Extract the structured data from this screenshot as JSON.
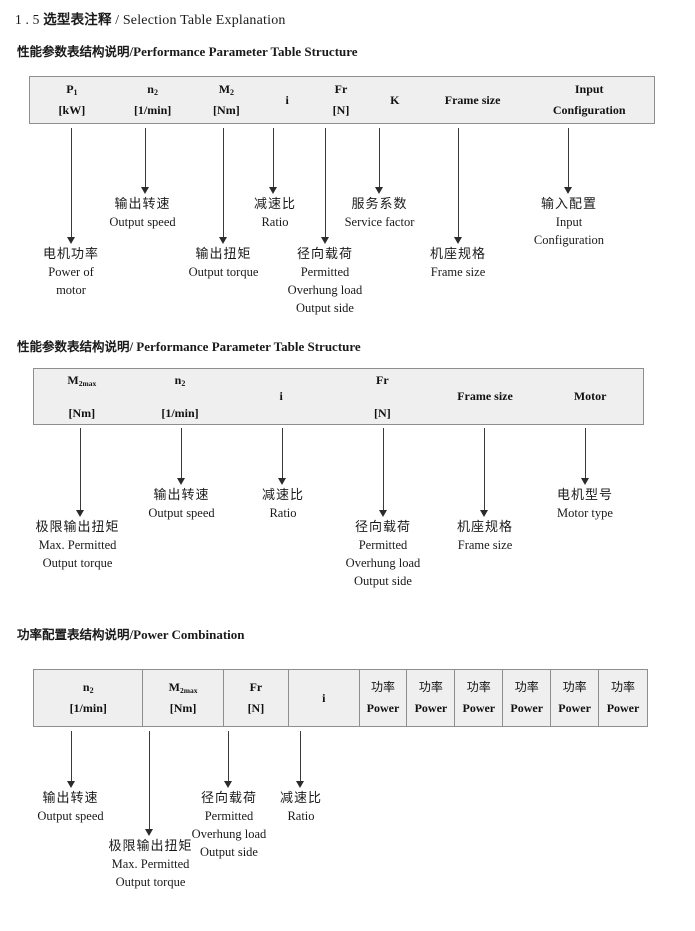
{
  "document": {
    "section_number": "1 . 5",
    "title_cn": "选型表注释",
    "title_sep": "/",
    "title_en": "Selection Table Explanation"
  },
  "sections": [
    {
      "id": "performance-1",
      "heading_cn": "性能参数表结构说明",
      "heading_sep": "/",
      "heading_en": "Performance Parameter Table Structure",
      "table": {
        "columns": [
          {
            "line1": "P",
            "sub1": "1",
            "line2": "[kW]"
          },
          {
            "line1": "n",
            "sub1": "2",
            "line2": "[1/min]"
          },
          {
            "line1": "M",
            "sub1": "2",
            "line2": "[Nm]"
          },
          {
            "line1": "i",
            "line2": ""
          },
          {
            "line1": "Fr",
            "line2": "[N]"
          },
          {
            "line1": "K",
            "line2": ""
          },
          {
            "line1": "Frame size",
            "line2": ""
          },
          {
            "line1": "Input",
            "line2": "Configuration"
          }
        ]
      },
      "annotations": [
        {
          "cn": "电机功率",
          "en": [
            "Power of",
            "motor"
          ]
        },
        {
          "cn": "输出转速",
          "en": [
            "Output speed"
          ]
        },
        {
          "cn": "输出扭矩",
          "en": [
            "Output torque"
          ]
        },
        {
          "cn": "减速比",
          "en": [
            "Ratio"
          ]
        },
        {
          "cn": "径向载荷",
          "en": [
            "Permitted",
            "Overhung load",
            "Output side"
          ]
        },
        {
          "cn": "服务系数",
          "en": [
            "Service factor"
          ]
        },
        {
          "cn": "机座规格",
          "en": [
            "Frame size"
          ]
        },
        {
          "cn": "输入配置",
          "en": [
            "Input",
            "Configuration"
          ]
        }
      ]
    },
    {
      "id": "performance-2",
      "heading_cn": "性能参数表结构说明",
      "heading_sep": "/",
      "heading_en": "Performance Parameter Table Structure",
      "table": {
        "columns": [
          {
            "line1": "M",
            "sub1": "2max",
            "line2": "[Nm]"
          },
          {
            "line1": "n",
            "sub1": "2",
            "line2": "[1/min]"
          },
          {
            "line1": "i",
            "line2": ""
          },
          {
            "line1": "Fr",
            "line2": "[N]"
          },
          {
            "line1": "Frame size",
            "line2": ""
          },
          {
            "line1": "Motor",
            "line2": ""
          }
        ]
      },
      "annotations": [
        {
          "cn": "极限输出扭矩",
          "en": [
            "Max. Permitted",
            "Output  torque"
          ]
        },
        {
          "cn": "输出转速",
          "en": [
            "Output speed"
          ]
        },
        {
          "cn": "减速比",
          "en": [
            "Ratio"
          ]
        },
        {
          "cn": "径向载荷",
          "en": [
            "Permitted",
            "Overhung load",
            "Output side"
          ]
        },
        {
          "cn": "机座规格",
          "en": [
            "Frame size"
          ]
        },
        {
          "cn": "电机型号",
          "en": [
            "Motor type"
          ]
        }
      ]
    },
    {
      "id": "power-combination",
      "heading_cn": "功率配置表结构说明",
      "heading_sep": "/",
      "heading_en": "Power Combination",
      "table": {
        "columns": [
          {
            "line1": "n",
            "sub1": "2",
            "line2": "[1/min]"
          },
          {
            "line1": "M",
            "sub1": "2max",
            "line2": "[Nm]"
          },
          {
            "line1": "Fr",
            "line2": "[N]"
          },
          {
            "line1": "i",
            "line2": ""
          },
          {
            "cn1": "功率",
            "line2": "Power"
          },
          {
            "cn1": "功率",
            "line2": "Power"
          },
          {
            "cn1": "功率",
            "line2": "Power"
          },
          {
            "cn1": "功率",
            "line2": "Power"
          },
          {
            "cn1": "功率",
            "line2": "Power"
          },
          {
            "cn1": "功率",
            "line2": "Power"
          }
        ]
      },
      "annotations": [
        {
          "cn": "输出转速",
          "en": [
            "Output speed"
          ]
        },
        {
          "cn": "极限输出扭矩",
          "en": [
            "Max. Permitted",
            "Output  torque"
          ]
        },
        {
          "cn": "径向载荷",
          "en": [
            "Permitted",
            "Overhung load",
            "Output side"
          ]
        },
        {
          "cn": "减速比",
          "en": [
            "Ratio"
          ]
        }
      ]
    }
  ],
  "colors": {
    "table_fill": "#efefef",
    "table_border": "#8e8e8e",
    "text": "#1a1a1a",
    "arrow": "#2b2b2b"
  }
}
